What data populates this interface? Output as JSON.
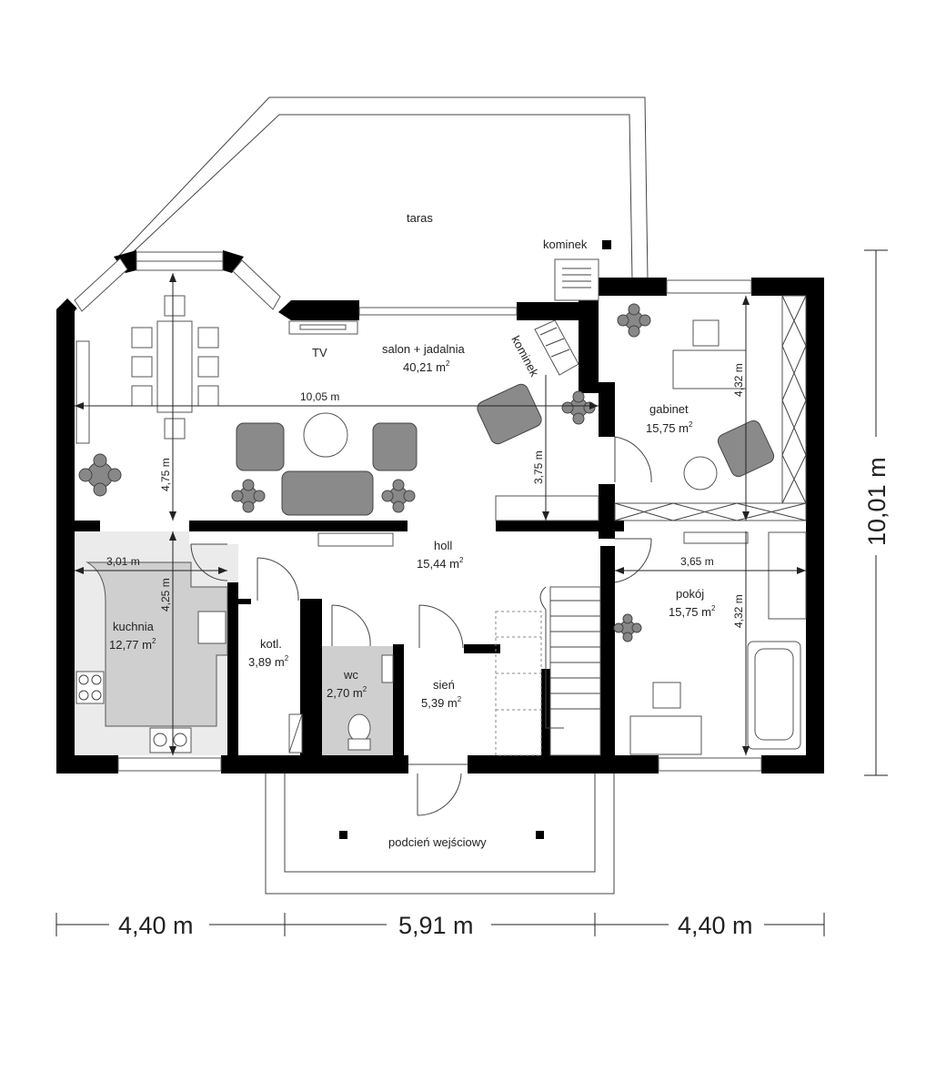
{
  "rooms": {
    "taras": "taras",
    "kominek_outside": "kominek",
    "tv": "TV",
    "salon_name": "salon + jadalnia",
    "salon_area": "40,21 m",
    "kominek_inside": "kominek",
    "gabinet_name": "gabinet",
    "gabinet_area": "15,75 m",
    "holl_name": "holl",
    "holl_area": "15,44 m",
    "kuchnia_name": "kuchnia",
    "kuchnia_area": "12,77 m",
    "kotl_name": "kotl.",
    "kotl_area": "3,89 m",
    "wc_name": "wc",
    "wc_area": "2,70 m",
    "sien_name": "sień",
    "sien_area": "5,39 m",
    "pokoj_name": "pokój",
    "pokoj_area": "15,75 m",
    "podcien": "podcień wejściowy",
    "sup": "2"
  },
  "dimensions": {
    "salon_width": "10,05 m",
    "salon_depth": "4,75 m",
    "hall_depth": "3,75 m",
    "gabinet_depth": "4,32 m",
    "kitchen_width": "3,01 m",
    "kitchen_depth": "4,25 m",
    "pokoj_width": "3,65 m",
    "pokoj_depth": "4,32 m",
    "bottom_left": "4,40 m",
    "bottom_mid": "5,91 m",
    "bottom_right": "4,40 m",
    "total_depth": "10,01 m"
  }
}
